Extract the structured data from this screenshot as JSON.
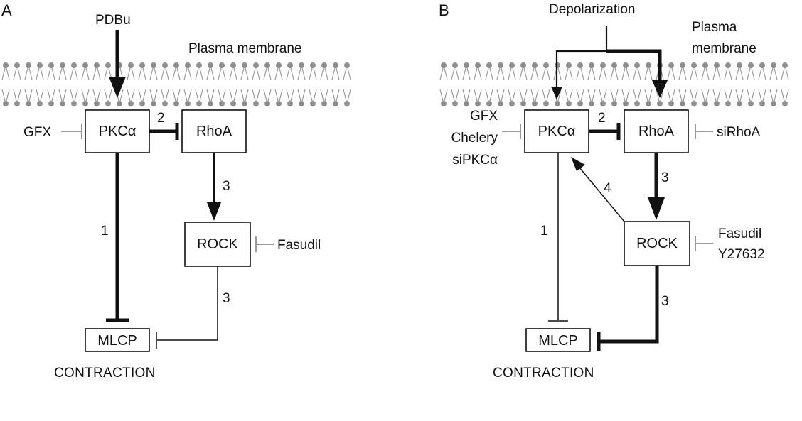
{
  "panel_a": {
    "label": "A",
    "stimulus": "PDBu",
    "membrane_label": "Plasma membrane",
    "nodes": {
      "pkc": "PKCα",
      "rhoa": "RhoA",
      "rock": "ROCK",
      "mlcp": "MLCP"
    },
    "inhibitors": {
      "pkc": "GFX",
      "rock": "Fasudil"
    },
    "edge_labels": {
      "pkc_mlcp": "1",
      "pkc_rhoa": "2",
      "rhoa_rock": "3",
      "rock_mlcp": "3"
    },
    "outcome": "CONTRACTION"
  },
  "panel_b": {
    "label": "B",
    "stimulus": "Depolarization",
    "membrane_label_1": "Plasma",
    "membrane_label_2": "membrane",
    "nodes": {
      "pkc": "PKCα",
      "rhoa": "RhoA",
      "rock": "ROCK",
      "mlcp": "MLCP"
    },
    "inhibitors": {
      "pkc_1": "GFX",
      "pkc_2": "Chelery",
      "pkc_3": "siPKCα",
      "rhoa": "siRhoA",
      "rock_1": "Fasudil",
      "rock_2": "Y27632"
    },
    "edge_labels": {
      "pkc_mlcp": "1",
      "pkc_rhoa": "2",
      "rhoa_rock": "3",
      "rock_pkc": "4",
      "rock_mlcp": "3"
    },
    "outcome": "CONTRACTION"
  }
}
